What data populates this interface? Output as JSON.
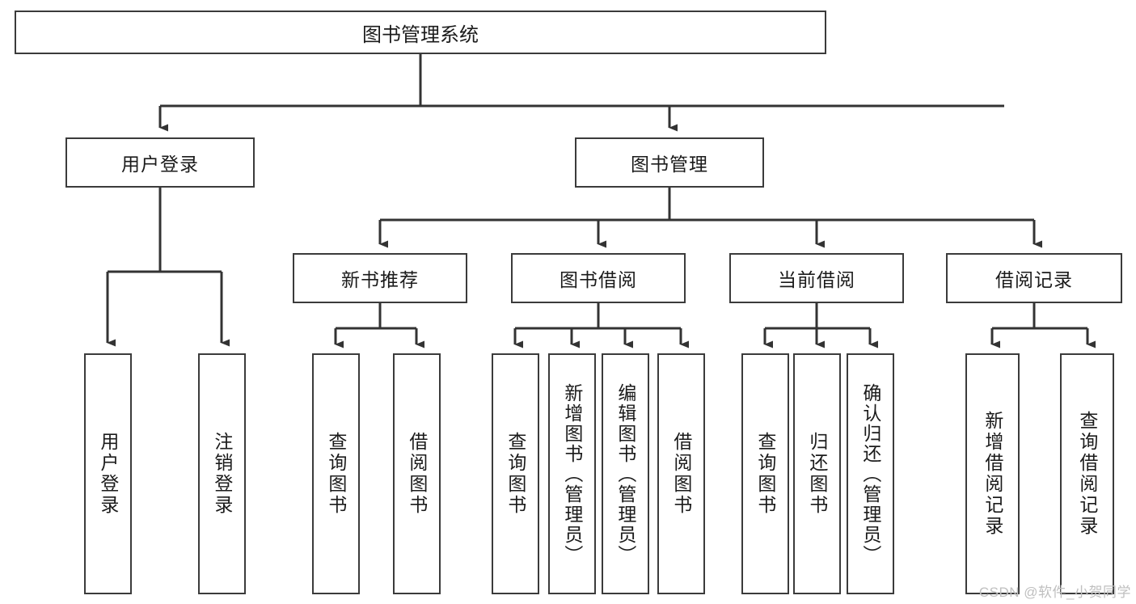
{
  "diagram": {
    "title": "图书管理系统",
    "watermark": "CSDN @软件_小贺同学",
    "colors": {
      "box_border": "#3b3b3b",
      "box_fill": "#ffffff",
      "connector": "#333333",
      "text": "#1b1b1b",
      "watermark": "#bfbfbf"
    },
    "level2": [
      {
        "label": "用户登录"
      },
      {
        "label": "图书管理"
      }
    ],
    "level3": [
      {
        "label": "新书推荐"
      },
      {
        "label": "图书借阅"
      },
      {
        "label": "当前借阅"
      },
      {
        "label": "借阅记录"
      }
    ],
    "leaves": {
      "user_login": [
        {
          "label": "用户登录"
        },
        {
          "label": "注销登录"
        }
      ],
      "new_book_recommend": [
        {
          "label": "查询图书"
        },
        {
          "label": "借阅图书"
        }
      ],
      "book_borrow": [
        {
          "label": "查询图书"
        },
        {
          "label": "新增图书（管理员）"
        },
        {
          "label": "编辑图书（管理员）"
        },
        {
          "label": "借阅图书"
        }
      ],
      "current_borrow": [
        {
          "label": "查询图书"
        },
        {
          "label": "归还图书"
        },
        {
          "label": "确认归还（管理员）"
        }
      ],
      "borrow_record": [
        {
          "label": "新增借阅记录"
        },
        {
          "label": "查询借阅记录"
        }
      ]
    }
  }
}
